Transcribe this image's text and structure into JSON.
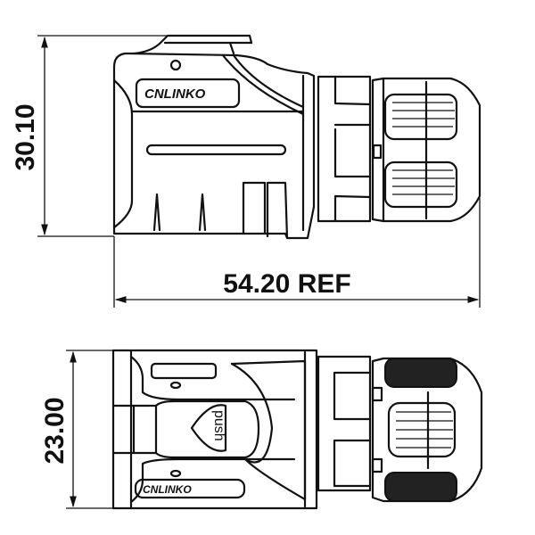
{
  "drawing": {
    "side_view": {
      "height_dimension": "30.10",
      "length_dimension": "54.20 REF",
      "logo_text": "CNLINKO"
    },
    "top_view": {
      "width_dimension": "23.00",
      "button_label": "push",
      "logo_text": "CNLINKO"
    }
  }
}
